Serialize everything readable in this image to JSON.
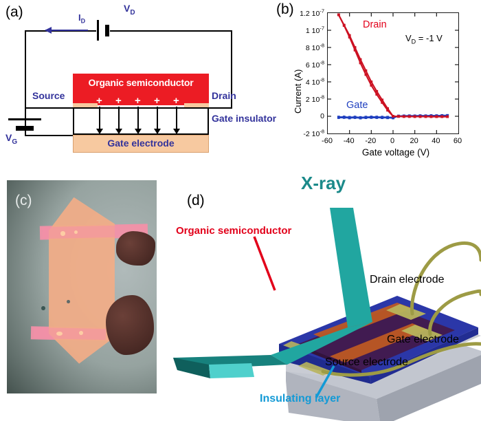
{
  "panel_a": {
    "tag": "(a)",
    "labels": {
      "id": "I",
      "id_sub": "D",
      "vd": "V",
      "vd_sub": "D",
      "vg": "V",
      "vg_sub": "G",
      "source": "Source",
      "drain": "Drain",
      "gate_insulator": "Gate insulator",
      "organic_semiconductor": "Organic semiconductor",
      "gate_electrode": "Gate electrode",
      "charge": "+"
    },
    "colors": {
      "label_navy": "#32329b",
      "semiconductor_red": "#ec1c24",
      "electrode_peach": "#f7c9a0"
    },
    "charge_count": 5
  },
  "panel_b": {
    "tag": "(b)",
    "annotation": "V",
    "annotation_sub": "D",
    "annotation_rest": " = -1 V",
    "series_labels": {
      "drain": "Drain",
      "gate": "Gate"
    },
    "colors": {
      "drain": "#cc1122",
      "gate": "#1f3fbf",
      "axis": "#1a1a1a"
    }
  },
  "chart_data": {
    "type": "line",
    "title": "",
    "xlabel": "Gate voltage (V)",
    "ylabel": "Current (A)",
    "xlim": [
      -60,
      60
    ],
    "ylim": [
      -2e-08,
      1.2e-07
    ],
    "xticks": [
      -60,
      -40,
      -20,
      0,
      20,
      40,
      60
    ],
    "xtick_labels": [
      "-60",
      "-40",
      "-20",
      "0",
      "20",
      "40",
      "60"
    ],
    "yticks": [
      -2e-08,
      0,
      2e-08,
      4e-08,
      6e-08,
      8e-08,
      1e-07,
      1.2e-07
    ],
    "ytick_labels": [
      "-2 10⁻⁸",
      "0",
      "2 10⁻⁸",
      "4 10⁻⁸",
      "6 10⁻⁸",
      "8 10⁻⁸",
      "1 10⁻⁷",
      "1.2 10⁻⁷"
    ],
    "ytick_mantissas": [
      "-2",
      "0",
      "2",
      "4",
      "6",
      "8",
      "1",
      "1.2"
    ],
    "ytick_exponents": [
      "-8",
      "",
      "-8",
      "-8",
      "-8",
      "-8",
      "-7",
      "-7"
    ],
    "grid": false,
    "legend_position": "inline-annotation",
    "annotations": [
      {
        "text": "V_D = -1 V",
        "x": 25,
        "y": 9.3e-08
      },
      {
        "text": "Drain",
        "x": -22,
        "y": 1.02e-07
      },
      {
        "text": "Gate",
        "x": -30,
        "y": 1.2e-08
      }
    ],
    "series": [
      {
        "name": "Drain",
        "color": "#cc1122",
        "marker": "square",
        "sweep": "forward",
        "x": [
          -50,
          -45,
          -40,
          -35,
          -30,
          -25,
          -20,
          -15,
          -10,
          -5,
          0,
          5,
          10,
          15,
          20,
          25,
          30,
          35,
          40,
          45,
          50
        ],
        "y": [
          1.18e-07,
          1.06e-07,
          9.4e-08,
          8e-08,
          6.6e-08,
          5.3e-08,
          4e-08,
          2.9e-08,
          1.9e-08,
          9e-09,
          0.0,
          -2e-10,
          -3e-10,
          -3e-10,
          -4e-10,
          -4e-10,
          -4e-10,
          -5e-10,
          -5e-10,
          -5e-10,
          -5e-10
        ]
      },
      {
        "name": "Drain",
        "color": "#cc1122",
        "marker": "square",
        "sweep": "reverse",
        "x": [
          -50,
          -45,
          -40,
          -35,
          -30,
          -25,
          -20,
          -15,
          -10,
          -5,
          0,
          5,
          10,
          15,
          20,
          25,
          30,
          35,
          40,
          45,
          50
        ],
        "y": [
          1.18e-07,
          1.055e-07,
          9.2e-08,
          7.7e-08,
          6.2e-08,
          4.85e-08,
          3.6e-08,
          2.55e-08,
          1.6e-08,
          7e-09,
          0.0,
          -2e-10,
          -3e-10,
          -3e-10,
          -4e-10,
          -4e-10,
          -4e-10,
          -5e-10,
          -5e-10,
          -5e-10,
          -5e-10
        ]
      },
      {
        "name": "Gate",
        "color": "#1f3fbf",
        "marker": "square",
        "sweep": "forward",
        "x": [
          -50,
          -45,
          -40,
          -35,
          -30,
          -25,
          -20,
          -15,
          -10,
          -5,
          0,
          5,
          10,
          15,
          20,
          25,
          30,
          35,
          40,
          45,
          50
        ],
        "y": [
          -9e-10,
          -8e-10,
          -1.2e-09,
          -9e-10,
          -1.4e-09,
          -1e-09,
          -8e-10,
          -9e-10,
          -1e-09,
          -1.1e-09,
          -1.4e-09,
          2e-10,
          4e-10,
          5e-10,
          4e-10,
          6e-10,
          5e-10,
          7e-10,
          6e-10,
          8e-10,
          9e-10
        ]
      },
      {
        "name": "Gate",
        "color": "#1f3fbf",
        "marker": "square",
        "sweep": "reverse",
        "x": [
          -50,
          -45,
          -40,
          -35,
          -30,
          -25,
          -20,
          -15,
          -10,
          -5,
          0,
          5,
          10,
          15,
          20,
          25,
          30,
          35,
          40,
          45,
          50
        ],
        "y": [
          -1.6e-09,
          -1.5e-09,
          -2e-09,
          -1.6e-09,
          -2.1e-09,
          -1.7e-09,
          -1.5e-09,
          -1.6e-09,
          -1.7e-09,
          -1.8e-09,
          -2e-09,
          3e-10,
          5e-10,
          6e-10,
          5e-10,
          7e-10,
          6e-10,
          8e-10,
          7e-10,
          9e-10,
          1e-09
        ]
      }
    ]
  },
  "panel_c": {
    "tag": "(c)",
    "description": "optical micrograph of organic single crystal on electrodes"
  },
  "panel_d": {
    "tag": "(d)",
    "labels": {
      "xray": "X-ray",
      "organic_semiconductor": "Organic semiconductor",
      "drain_electrode": "Drain electrode",
      "gate_electrode": "Gate electrode",
      "source_electrode": "Source electrode",
      "insulating_layer": "Insulating layer"
    },
    "colors": {
      "xray_teal": "#1b8a8a",
      "beam_teal": "#21a6a0",
      "callout_red": "#e2001a",
      "callout_blue": "#139ad6",
      "substrate_grey": "#b8bcc6",
      "insulator_blue": "#2b37a8",
      "crystal_purple": "#43194a",
      "electrode_orange": "#c05a22",
      "wire_olive": "#9d9b45"
    }
  }
}
